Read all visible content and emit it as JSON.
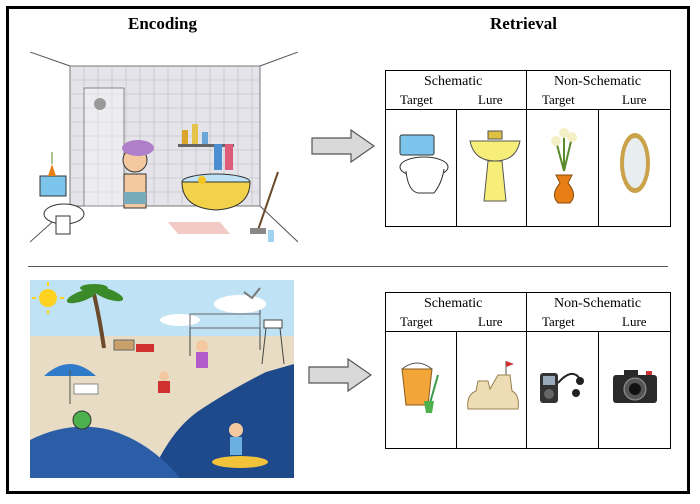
{
  "headings": {
    "encoding": "Encoding",
    "retrieval": "Retrieval"
  },
  "panels": [
    {
      "groups": {
        "schematic": "Schematic",
        "non_schematic": "Non-Schematic"
      },
      "columns": [
        "Target",
        "Lure",
        "Target",
        "Lure"
      ],
      "items": [
        "toilet-icon",
        "sink-icon",
        "flower-vase-icon",
        "mirror-icon"
      ]
    },
    {
      "groups": {
        "schematic": "Schematic",
        "non_schematic": "Non-Schematic"
      },
      "columns": [
        "Target",
        "Lure",
        "Target",
        "Lure"
      ],
      "items": [
        "bucket-shovel-icon",
        "sandcastle-icon",
        "mp3-player-icon",
        "camera-icon"
      ]
    }
  ],
  "scenes": [
    {
      "name": "bathroom-scene"
    },
    {
      "name": "beach-scene"
    }
  ],
  "colors": {
    "arrow_fill": "#d9d9d9",
    "border": "#000000",
    "sky": "#bfe3f5",
    "sand": "#e8dcc4",
    "water": "#1e4a8c"
  }
}
